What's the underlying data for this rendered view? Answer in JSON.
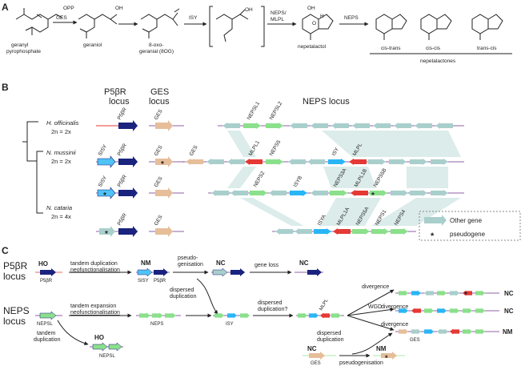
{
  "figure": {
    "panel_labels": [
      "A",
      "B",
      "C"
    ]
  },
  "panel_a": {
    "compounds": {
      "gpp_opp": "OPP",
      "gpp_name": [
        "geranyl",
        "pyrophosphate"
      ],
      "geraniol_oh": "OH",
      "geraniol_name": "geraniol",
      "og_name": [
        "8-oxo-",
        "geranial (8OG)"
      ],
      "ox_oh": "OH",
      "nepetalactol_oh": "OH",
      "nepetalactol_o": "O",
      "nepetalactol_h": "H",
      "nepetalactol_name": "nepetalactol",
      "lactone_name": "nepetalactones"
    },
    "enzymes": {
      "ges": "GES",
      "isy": "ISY",
      "neps_mlpl": [
        "NEPS/",
        "MLPL"
      ],
      "neps": "NEPS"
    },
    "isomers": [
      "cis-trans",
      "cis-cis",
      "trans-cis"
    ]
  },
  "panel_b": {
    "headers": {
      "p5br_locus": [
        "P5βR",
        "locus"
      ],
      "ges_locus": [
        "GES",
        "locus"
      ],
      "neps_locus": "NEPS locus"
    },
    "species": [
      {
        "name": "H. officinalis",
        "ploidy": "2n = 2x"
      },
      {
        "name": "N. mussinii",
        "ploidy": "2n = 2x"
      },
      {
        "name": "N. cataria",
        "ploidy": "2n = 4x"
      }
    ],
    "gene_labels": {
      "p5br": "P5βR",
      "sisy": "SISY",
      "ges": "GES"
    },
    "row1_genes": [
      "NEPSL1",
      "NEPSL2"
    ],
    "row2_genes": [
      "GES",
      "MLPL1",
      "NEPS5",
      "ISY",
      "MLPL"
    ],
    "row3_genes": [
      "NEPS2",
      "ISYB",
      "NEPS3A",
      "MLPL1B",
      "NEPS5B"
    ],
    "row4_genes": [
      "ISYA",
      "MLPL1A",
      "NEPS5A",
      "NEPS1",
      "NEPS4"
    ],
    "legend": {
      "other_gene": "Other gene",
      "pseudogene": "pseudogene",
      "star": "*"
    },
    "colors": {
      "p5br": "#1a237e",
      "sisy": "#4fc3f7",
      "ges": "#e6be9a",
      "neps": "#8be08b",
      "mlpl": "#e53935",
      "isy": "#29b6f6",
      "other": "#a9cfcc",
      "line": "#6a2b8a"
    }
  },
  "panel_c": {
    "loci": {
      "p5br": [
        "P5βR",
        "locus"
      ],
      "neps": [
        "NEPS",
        "locus"
      ]
    },
    "states": {
      "ho": "HO",
      "nm": "NM",
      "nc": "NC"
    },
    "gene_names": {
      "p5br": "P5βR",
      "sisy": "SISY",
      "nepsl": "NEPSL",
      "neps": "NEPS",
      "isy": "ISY",
      "mlpl": "MLPL",
      "ges": "GES"
    },
    "events": {
      "tandem_dup": [
        "tandem duplication",
        "neofunctionalisation"
      ],
      "pseudo": [
        "pseudo-",
        "genisation"
      ],
      "gene_loss": "gene loss",
      "dispersed_dup": [
        "dispersed",
        "duplication"
      ],
      "tandem_exp": [
        "tandem expansion",
        "neofunctionalisation"
      ],
      "dispersed_dup_q": [
        "dispersed",
        "duplication?"
      ],
      "tandem_dup2": [
        "tandem",
        "duplication"
      ],
      "divergence": "divergence",
      "wgd": "WGD",
      "dispersed_dup2": [
        "dispersed",
        "duplication"
      ],
      "pseudogenisation": "pseudogenisation"
    }
  }
}
